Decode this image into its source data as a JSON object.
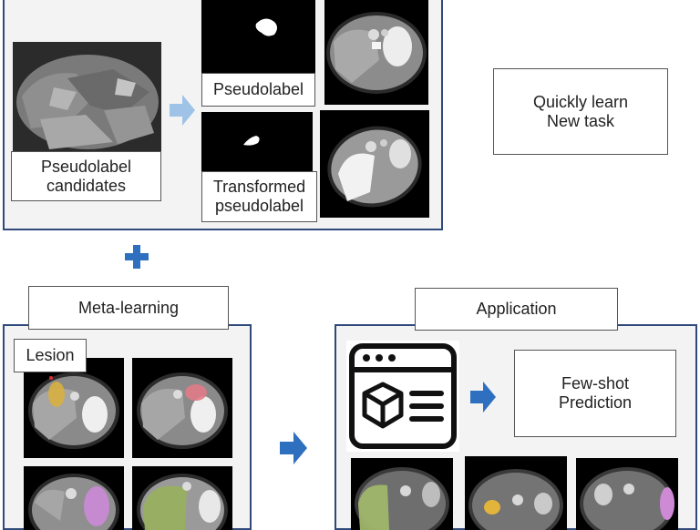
{
  "top_panel": {
    "candidates_label": "Pseudolabel\ncandidates",
    "pseudolabel_label": "Pseudolabel",
    "transformed_label": "Transformed\npseudolabel"
  },
  "right_note": "Quickly learn\nNew task",
  "meta": {
    "title": "Meta-learning",
    "lesion_label": "Lesion"
  },
  "application": {
    "title": "Application",
    "prediction_label": "Few-shot\nPrediction"
  },
  "colors": {
    "panel_border": "#2f4a7a",
    "arrow_light": "#9ec3e6",
    "arrow_dark": "#2e6fbf",
    "plus": "#2e6fbf"
  }
}
